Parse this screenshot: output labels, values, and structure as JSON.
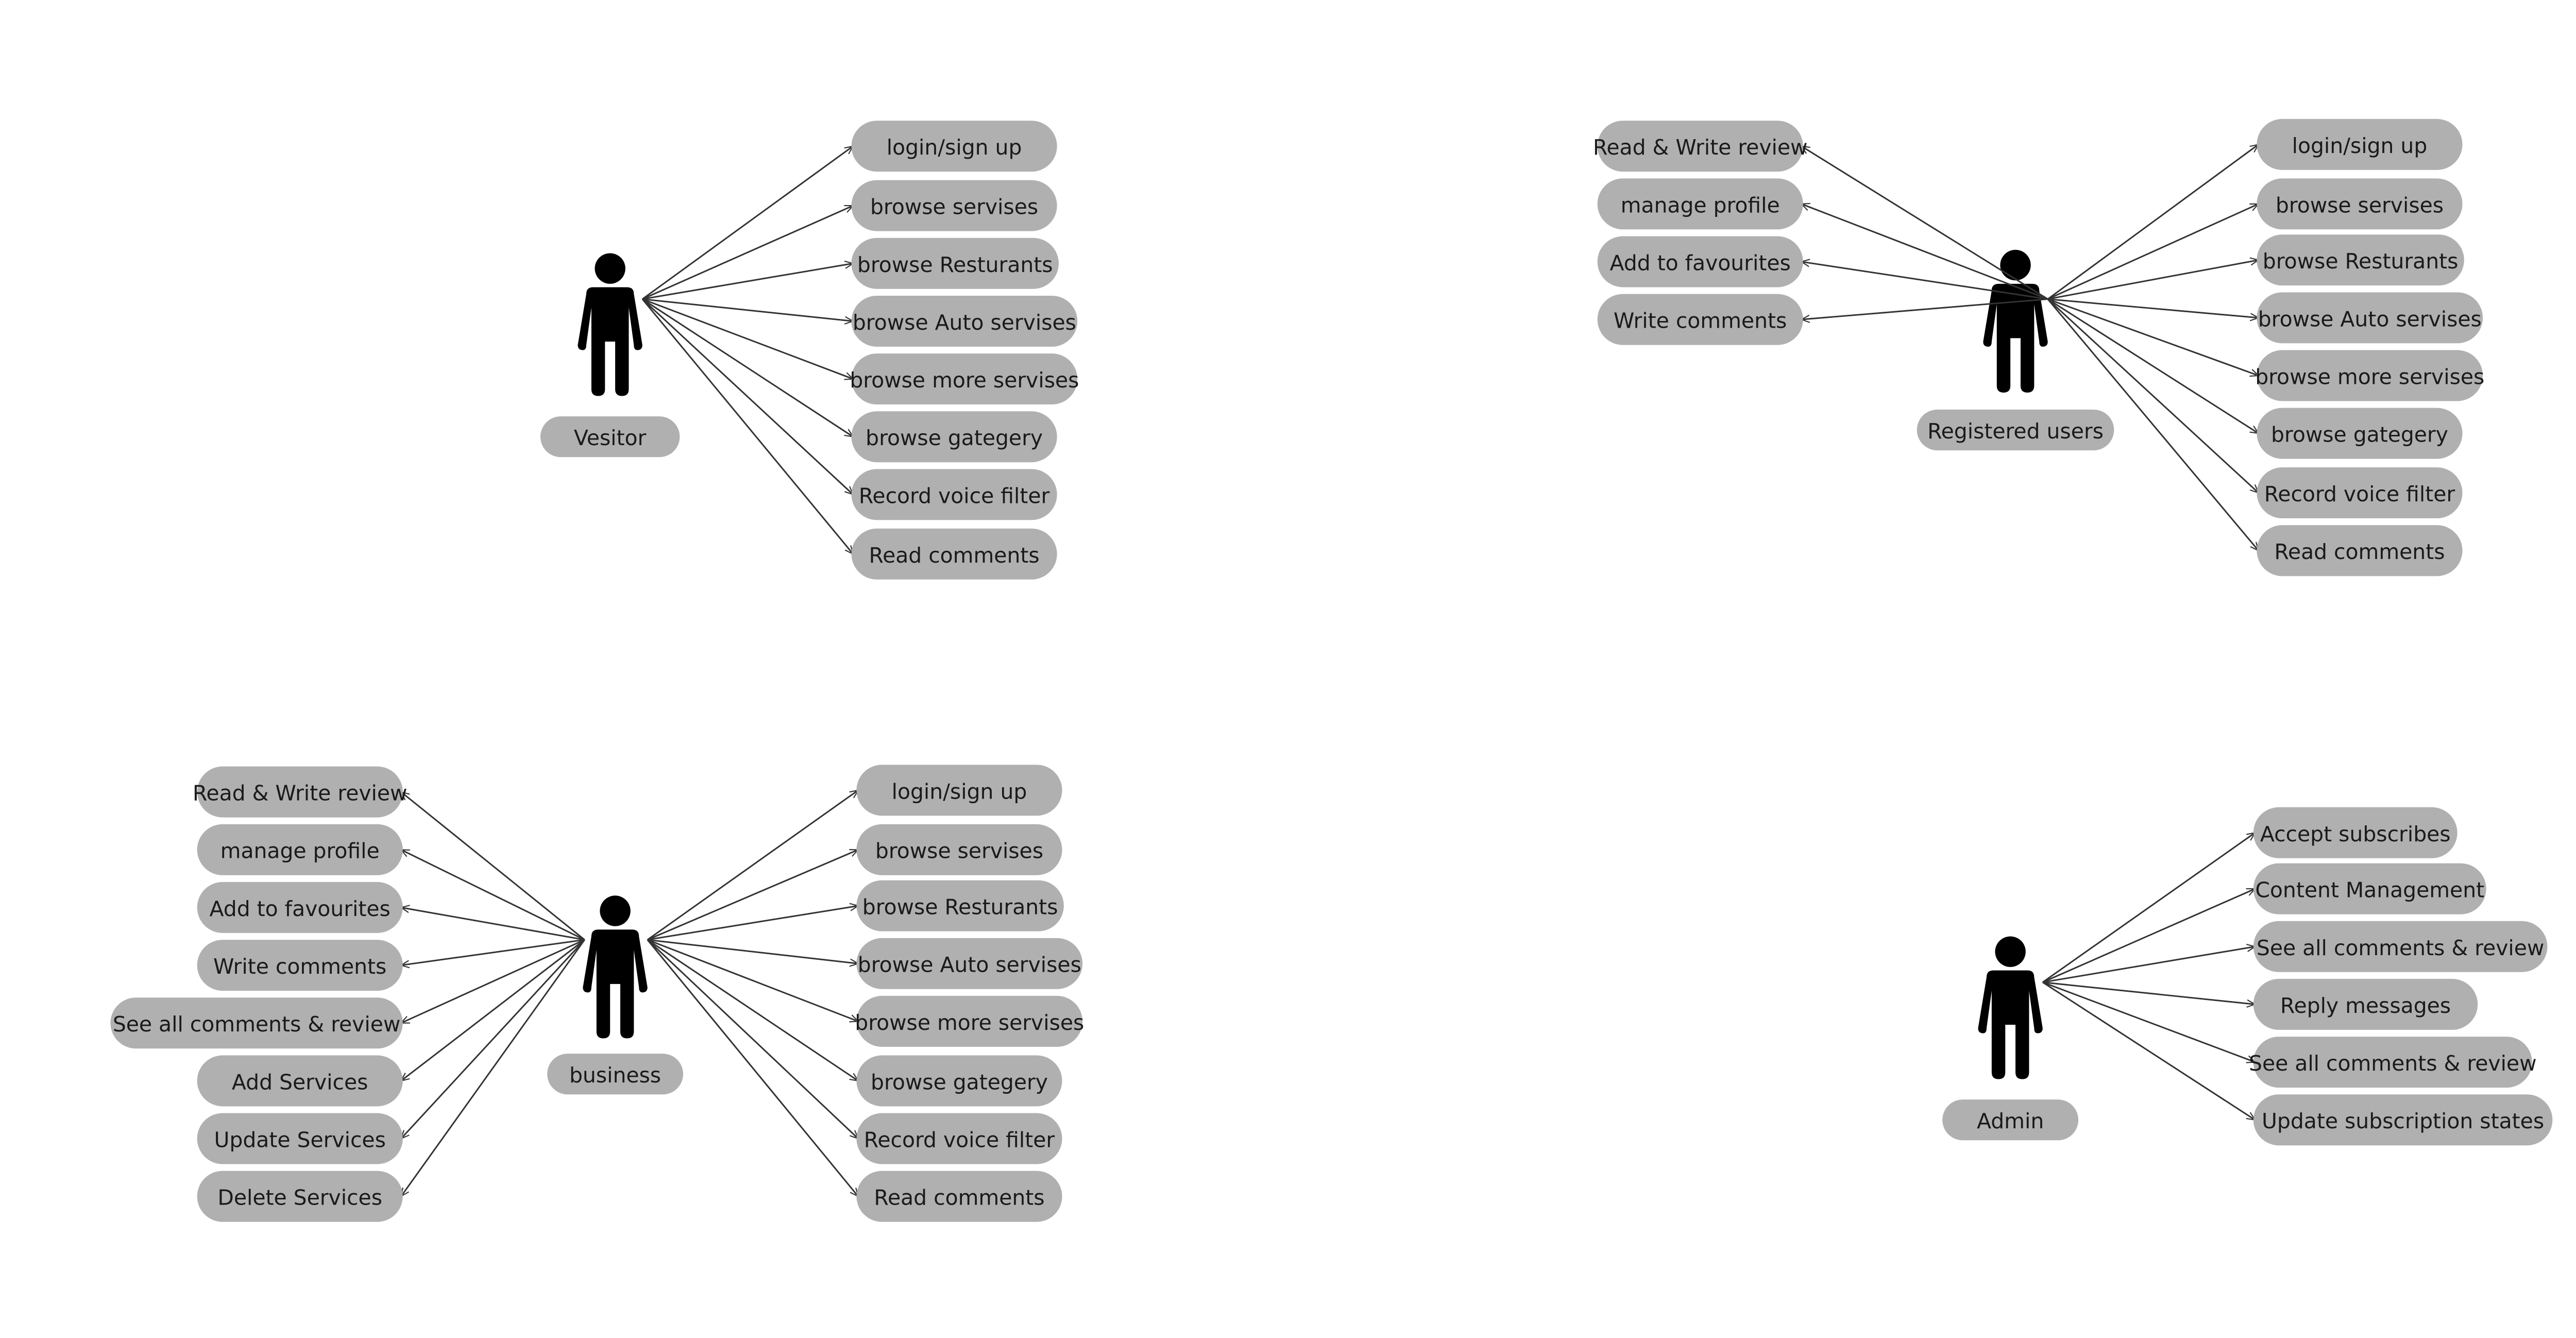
{
  "colors": {
    "node_fill": "#b0b0b0",
    "actor": "#000000",
    "edge": "#333333",
    "background": "#ffffff"
  },
  "actors": [
    {
      "id": "visitor",
      "name": "Vesitor",
      "icon": "person-icon",
      "right_items": [
        "login/sign up",
        "browse servises",
        "browse Resturants",
        "browse Auto servises",
        "browse more servises",
        "browse gategery",
        "Record voice filter",
        "Read comments"
      ],
      "left_items": []
    },
    {
      "id": "registered",
      "name": "Registered users",
      "icon": "person-icon",
      "right_items": [
        "login/sign up",
        "browse servises",
        "browse Resturants",
        "browse Auto servises",
        "browse more servises",
        "browse gategery",
        "Record voice filter",
        "Read comments"
      ],
      "left_items": [
        "Read & Write review",
        "manage profile",
        "Add to favourites",
        "Write comments"
      ]
    },
    {
      "id": "business",
      "name": "business",
      "icon": "person-icon",
      "right_items": [
        "login/sign up",
        "browse servises",
        "browse Resturants",
        "browse Auto servises",
        "browse more servises",
        "browse gategery",
        "Record voice filter",
        "Read comments"
      ],
      "left_items": [
        "Read & Write review",
        "manage profile",
        "Add to favourites",
        "Write comments",
        "See all comments & review",
        "Add Services",
        "Update Services",
        "Delete Services"
      ]
    },
    {
      "id": "admin",
      "name": "Admin",
      "icon": "person-icon",
      "right_items": [
        "Accept subscribes",
        "Content Management",
        "See all comments & review",
        "Reply messages",
        "See all comments & review",
        "Update subscription states"
      ],
      "left_items": []
    }
  ]
}
